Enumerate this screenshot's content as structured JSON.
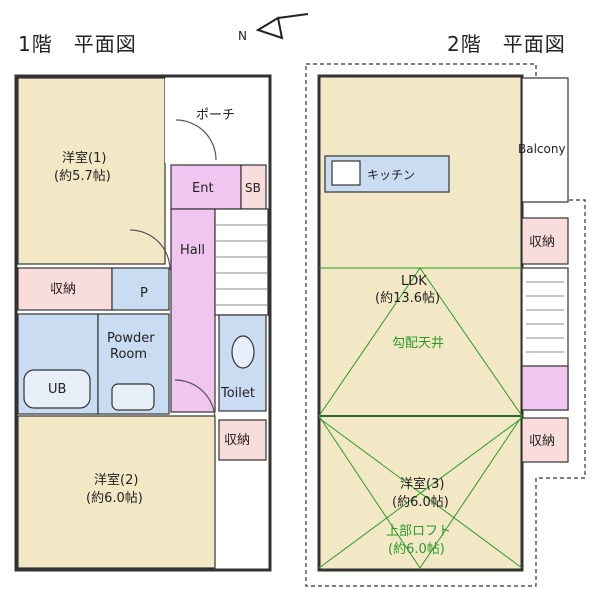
{
  "floor1": {
    "title": "1階　平面図",
    "rooms": {
      "western1_name": "洋室(1)",
      "western1_size": "(約5.7帖)",
      "porch": "ポーチ",
      "ent": "Ent",
      "sb": "SB",
      "hall": "Hall",
      "storage_a": "収納",
      "p": "P",
      "powder_1": "Powder",
      "powder_2": "Room",
      "ub": "UB",
      "toilet": "Toilet",
      "storage_b": "収納",
      "western2_name": "洋室(2)",
      "western2_size": "(約6.0帖)"
    }
  },
  "floor2": {
    "title": "2階　平面図",
    "rooms": {
      "balcony": "Balcony",
      "kitchen": "キッチン",
      "storage_a": "収納",
      "ldk_name": "LDK",
      "ldk_size": "(約13.6帖)",
      "sloped_ceiling": "勾配天井",
      "storage_b": "収納",
      "western3_name": "洋室(3)",
      "western3_size": "(約6.0帖)",
      "loft_name": "上部ロフト",
      "loft_size": "(約6.0帖)"
    }
  },
  "north_label": "N",
  "colors": {
    "room_fill": "#f3e8c6",
    "storage_fill": "#f9dcdc",
    "hall_fill": "#f0c6f0",
    "water_fill": "#c9dcf2",
    "wall": "#333333",
    "slope_line": "#2a9a2a"
  }
}
